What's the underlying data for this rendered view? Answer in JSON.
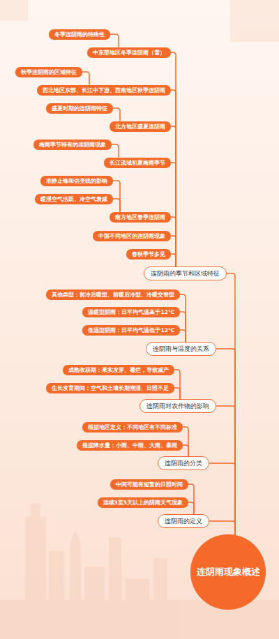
{
  "diagram": {
    "nodes": [
      {
        "text": [
          "冬季连阴雨的特殊性"
        ]
      },
      {
        "text": [
          "中东部地区冬季连阴雨（雪）"
        ]
      },
      {
        "text": [
          "秋季连阴雨的区域特征"
        ]
      },
      {
        "text": [
          "西北地区东部、长江中下游、西南地区秋季连阴雨"
        ]
      },
      {
        "text": [
          "盛夏时期的连阴雨特征"
        ]
      },
      {
        "text": [
          "北方地区盛夏连阴雨"
        ]
      },
      {
        "text": [
          "梅雨季节特有的连阴雨现象"
        ]
      },
      {
        "text": [
          "长江流域初夏梅雨季节"
        ]
      },
      {
        "text": [
          "准静止锋和切变线的影响"
        ]
      },
      {
        "text": [
          "暖湿空气活跃、冷空气衰减"
        ]
      },
      {
        "text": [
          "南方地区春季连阴雨"
        ]
      },
      {
        "text": [
          "中国不同地区的连阴雨现象"
        ]
      },
      {
        "text": [
          "春秋季节多见"
        ]
      },
      {
        "text": [
          "连阴雨的季节和区域特征"
        ]
      },
      {
        "text": [
          "其他类型：前冷后暖型、前暖后冷型、冷暖交替型"
        ]
      },
      {
        "text": [
          "温暖型阴雨：日平均气温高于12℃"
        ]
      },
      {
        "text": [
          "低温型阴雨：日平均气温低于12℃"
        ]
      },
      {
        "text": [
          "连阴雨与温度的关系"
        ]
      },
      {
        "text": [
          "成熟收获期：果实发芽、霉烂，导致减产"
        ]
      },
      {
        "text": [
          "生长发育期间：空气和土壤长期潮湿、日照不足"
        ]
      },
      {
        "text": [
          "连阴雨对农作物的影响"
        ]
      },
      {
        "text": [
          "根据地区定义：不同地区有不同标准"
        ]
      },
      {
        "text": [
          "根据降水量：小雨、中雨、大雨、暴雨"
        ]
      },
      {
        "text": [
          "连阴雨的分类"
        ]
      },
      {
        "text": [
          "中间可能有短暂的日照时间"
        ]
      },
      {
        "text": [
          "连续3至5天以上的阴雨天气现象"
        ]
      },
      {
        "text": [
          "连阴雨的定义"
        ]
      },
      {
        "text": [
          "连阴雨现象概述"
        ]
      }
    ],
    "edges": [
      {
        "from": 0,
        "to": 1,
        "arrow": "none"
      },
      {
        "from": 1,
        "to": 13,
        "arrow": "none"
      },
      {
        "from": 2,
        "to": 3,
        "arrow": "none"
      },
      {
        "from": 3,
        "to": 13,
        "arrow": "none"
      },
      {
        "from": 4,
        "to": 5,
        "arrow": "none"
      },
      {
        "from": 5,
        "to": 13,
        "arrow": "none"
      },
      {
        "from": 6,
        "to": 7,
        "arrow": "none"
      },
      {
        "from": 7,
        "to": 13,
        "arrow": "none"
      },
      {
        "from": 8,
        "to": 10,
        "arrow": "none"
      },
      {
        "from": 9,
        "to": 10,
        "arrow": "none"
      },
      {
        "from": 10,
        "to": 13,
        "arrow": "none"
      },
      {
        "from": 11,
        "to": 13,
        "arrow": "none"
      },
      {
        "from": 12,
        "to": 13,
        "arrow": "none"
      },
      {
        "from": 13,
        "to": 27,
        "arrow": "none"
      },
      {
        "from": 14,
        "to": 17,
        "arrow": "none"
      },
      {
        "from": 15,
        "to": 17,
        "arrow": "none"
      },
      {
        "from": 16,
        "to": 17,
        "arrow": "none"
      },
      {
        "from": 17,
        "to": 27,
        "arrow": "none"
      },
      {
        "from": 18,
        "to": 20,
        "arrow": "none"
      },
      {
        "from": 19,
        "to": 20,
        "arrow": "none"
      },
      {
        "from": 20,
        "to": 27,
        "arrow": "none"
      },
      {
        "from": 21,
        "to": 23,
        "arrow": "none"
      },
      {
        "from": 22,
        "to": 23,
        "arrow": "none"
      },
      {
        "from": 23,
        "to": 27,
        "arrow": "none"
      },
      {
        "from": 24,
        "to": 26,
        "arrow": "none"
      },
      {
        "from": 25,
        "to": 26,
        "arrow": "none"
      },
      {
        "from": 26,
        "to": 27,
        "arrow": "none"
      }
    ]
  }
}
